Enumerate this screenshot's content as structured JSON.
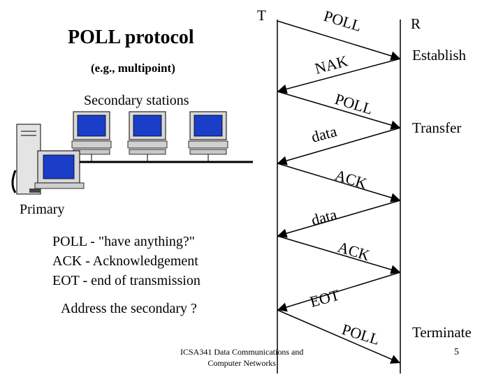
{
  "title": "POLL protocol",
  "subtitle": "(e.g., multipoint)",
  "labels": {
    "secondary_stations": "Secondary stations",
    "primary": "Primary",
    "address_question": "Address the secondary ?"
  },
  "legend": [
    "POLL - \"have anything?\"",
    "ACK - Acknowledgement",
    "EOT - end of transmission"
  ],
  "sequence": {
    "transmitter": "T",
    "receiver": "R",
    "phases": {
      "establish": "Establish",
      "transfer": "Transfer",
      "terminate": "Terminate"
    },
    "messages": {
      "poll_1": "POLL",
      "nak": "NAK",
      "poll_2": "POLL",
      "data_1": "data",
      "ack_1": "ACK",
      "data_2": "data",
      "ack_2": "ACK",
      "eot": "EOT",
      "poll_3": "POLL"
    }
  },
  "footer": {
    "line1": "ICSA341 Data Communications and",
    "line2": "Computer Networks"
  },
  "page_number": "5"
}
